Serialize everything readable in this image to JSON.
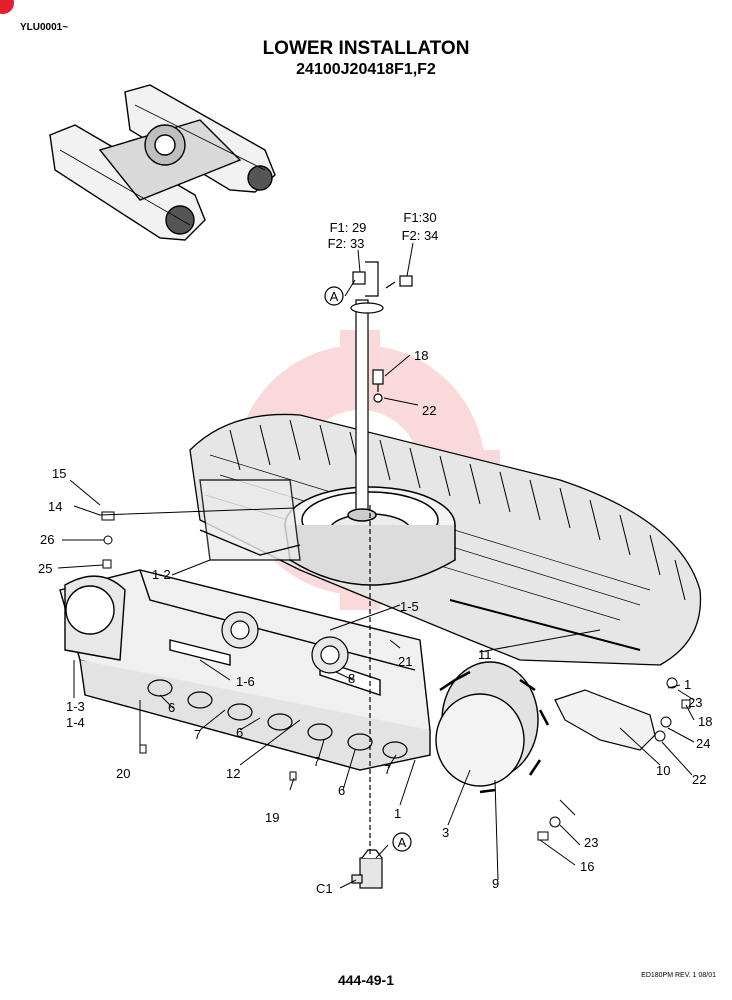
{
  "header": {
    "serial_code": "YLU0001~",
    "title": "LOWER INSTALLATON",
    "subtitle": "24100J20418F1,F2"
  },
  "footer": {
    "page_number": "444-49-1",
    "revision": "ED180PM REV. 1 08/01"
  },
  "callouts": {
    "f1_29": "F1: 29",
    "f2_33": "F2: 33",
    "f1_30": "F1:30",
    "f2_34": "F2: 34",
    "ref_a_top": "A",
    "ref_a_bottom": "A",
    "p18_top": "18",
    "p22_top": "22",
    "p15": "15",
    "p14": "14",
    "p26": "26",
    "p25": "25",
    "p1_2": "1-2",
    "p1_5": "1-5",
    "p21": "21",
    "p11": "11",
    "p1_right": "1",
    "p23_right": "23",
    "p18_right": "18",
    "p24": "24",
    "p22_right": "22",
    "p10": "10",
    "p1_3": "1-3",
    "p1_4": "1-4",
    "p1_6": "1-6",
    "p8": "8",
    "p6_a": "6",
    "p7_a": "7",
    "p6_b": "6",
    "p12": "12",
    "p7_b": "7",
    "p6_c": "6",
    "p7_c": "7",
    "p1_bottom": "1",
    "p20": "20",
    "p19": "19",
    "p3": "3",
    "p9": "9",
    "p23_bottom": "23",
    "p16": "16",
    "c1": "C1"
  }
}
